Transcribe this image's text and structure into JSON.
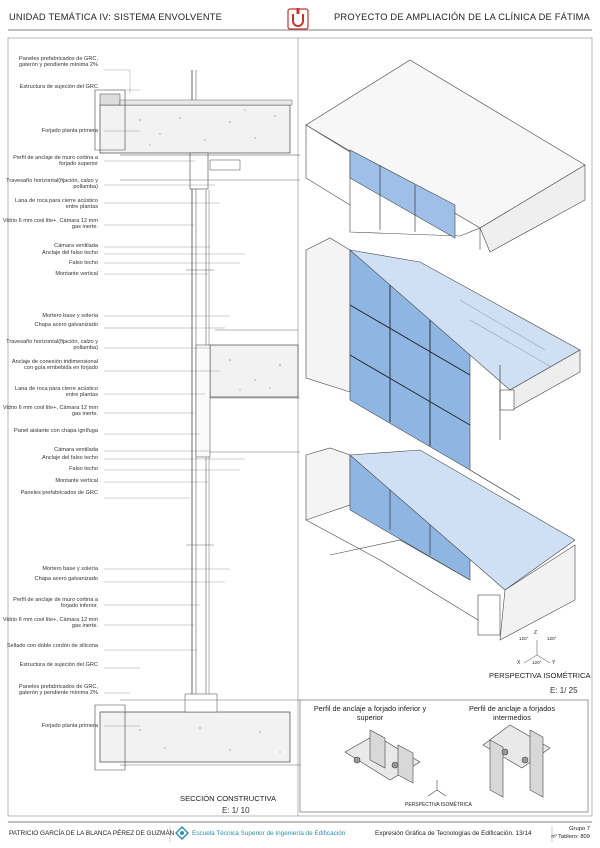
{
  "header": {
    "title_left": "UNIDAD TEMÁTICA IV: SISTEMA ENVOLVENTE",
    "title_right": "PROYECTO DE AMPLIACIÓN DE LA CLÍNICA DE FÁTIMA"
  },
  "section_labels": {
    "group1": [
      "Paneles prefabricados de GRC, gaterón y pendiente mínima 2%",
      "Estructura de sujeción del GRC",
      "Forjado planta primera",
      "Perfil de anclaje de muro cortina a forjado superior",
      "Travesaño horizontal(fijación, calzo y pollamba)",
      "Lana de roca para cierre acústico entre plantas",
      "Vidrio 6 mm cool lite+, Cámara 12 mm gas inerte.",
      "Cámara ventilada",
      "Anclaje del falso techo",
      "Falso techo",
      "Montante vertical"
    ],
    "group2": [
      "Mortero base y solería",
      "Chapa acero galvanizado",
      "Travesaño horizontal(fijación, calzo y pollamba)",
      "Anclaje de conexión tridimensional con guía embebida en forjado",
      "Lana de roca para cierre acústico entre plantas",
      "Vidrio 6 mm cool lite+, Cámara 12 mm gas inerte.",
      "Panel aislante con chapa ignífuga",
      "Cámara ventilada",
      "Anclaje del falso techo",
      "Falso techo",
      "Montante vertical",
      "Paneles prefabricados de GRC"
    ],
    "group3": [
      "Mortero base y solería",
      "Chapa acero galvanizado",
      "Perfil de anclaje de muro cortina a forjado inferior.",
      "Vidrio 6 mm cool lite+, Cámara 12 mm gas inerte.",
      "Sellado con doble cordón de silicona",
      "Estructura de sujeción del GRC",
      "Paneles prefabricados de GRC, gaterón y pendiente mínima 2%",
      "Forjado planta primera"
    ]
  },
  "section": {
    "caption": "SECCIÓN CONSTRUCTIVA",
    "scale": "E: 1/ 10"
  },
  "iso": {
    "caption": "PERSPECTIVA ISOMÉTRICA",
    "scale": "E: 1/ 25",
    "angles": [
      "120°",
      "120°",
      "120°"
    ],
    "axes": [
      "Z",
      "X",
      "Y"
    ]
  },
  "anchor_box": {
    "title_left": "Perfil de anclaje a forjado inferior y superior",
    "title_right": "Perfil de anclaje a forjados intermedios",
    "caption": "PERSPECTIVA ISOMÉTRICA"
  },
  "footer": {
    "author": "PATRICIO GARCÍA DE LA BLANCA PÉREZ DE GUZMÁN",
    "school": "Escuela Técnica Superior de Ingeniería de Edificación",
    "course": "Expresión Gráfica de Tecnologías de Edificación. 13/14",
    "group": "Grupo 7",
    "board": "nº Tablero: 809"
  },
  "colors": {
    "glass": "#8fb6e2",
    "glass_light": "#cfe0f5",
    "school_accent": "#2b8fae",
    "logo_red": "#c8342c",
    "line": "#444444"
  }
}
